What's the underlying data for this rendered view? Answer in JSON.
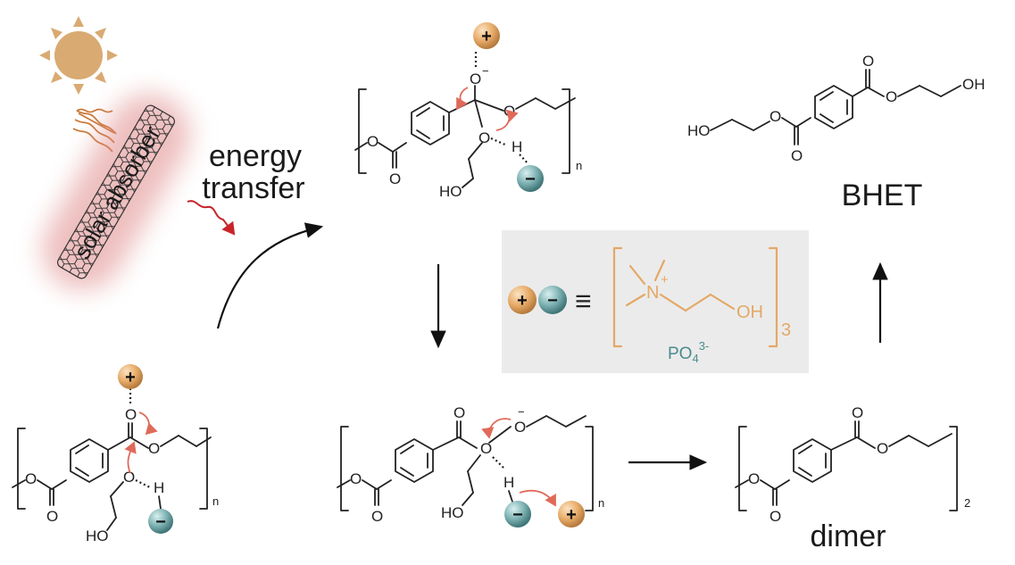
{
  "labels": {
    "energy_line1": "energy",
    "energy_line2": "transfer",
    "solar_absorber": "solar absorber",
    "bhet": "BHET",
    "dimer": "dimer"
  },
  "atoms": {
    "oxygen": "O",
    "hydrogen": "H",
    "ho": "HO",
    "oh": "OH",
    "n": "N",
    "o_minus": "O"
  },
  "subscripts": {
    "repeat_n": "n",
    "repeat_2": "2",
    "repeat_3": "3"
  },
  "ions": {
    "cation": "+",
    "anion": "−",
    "minus_sup": "−",
    "plus_sup": "+"
  },
  "legend": {
    "equiv": "≡",
    "phosphate": "PO",
    "phosphate_sub": "4",
    "phosphate_sup": "3-"
  },
  "colors": {
    "cation": "#e4a866",
    "anion": "#5f9b9d",
    "sun": "#d9aa72",
    "glow": "#e08a8a",
    "heat_wave": "#c97a3a",
    "energy_wave": "#c8242a",
    "mechanism_arrow": "#e06a5a",
    "legend_box": "#ebebeb"
  }
}
